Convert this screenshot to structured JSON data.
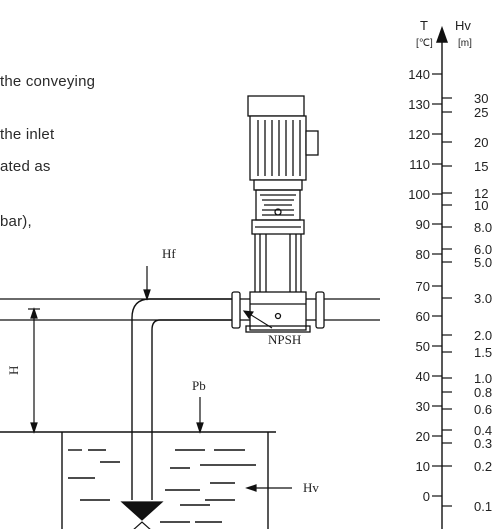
{
  "intro_text": [
    "the conveying",
    "the inlet",
    "ated as",
    "bar),"
  ],
  "diagram": {
    "label_hf": "Hf",
    "label_h": "H",
    "label_pb": "Pb",
    "label_hv": "Hv",
    "label_npsh": "NPSH"
  },
  "scale": {
    "t_title": "T",
    "t_unit": "[℃]",
    "hv_title": "Hv",
    "hv_unit": "[m]",
    "temperature_ticks": [
      "140",
      "130",
      "120",
      "110",
      "100",
      "90",
      "80",
      "70",
      "60",
      "50",
      "40",
      "30",
      "20",
      "10",
      "0"
    ],
    "hv_ticks": [
      "30",
      "25",
      "20",
      "15",
      "12",
      "10",
      "8.0",
      "6.0",
      "5.0",
      "3.0",
      "2.0",
      "1.5",
      "1.0",
      "0.8",
      "0.6",
      "0.4",
      "0.3",
      "0.2",
      "0.1"
    ]
  }
}
